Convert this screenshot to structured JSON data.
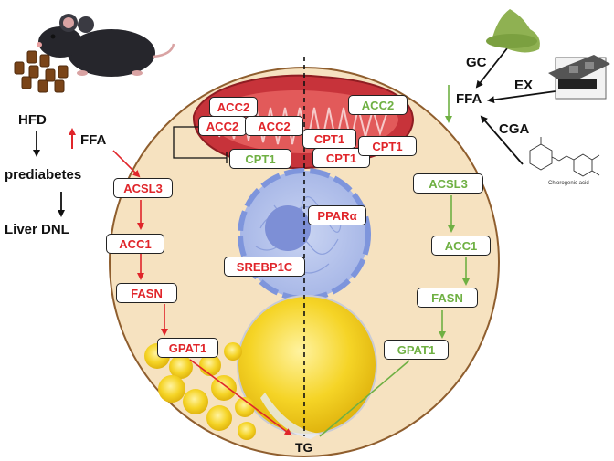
{
  "colors": {
    "cell_fill": "#f6e2c0",
    "cell_stroke": "#8f5e2e",
    "red": "#e0252a",
    "green": "#6fb043",
    "mito": "#c7333a",
    "nucleus": "#a9b9e8",
    "lipid": "#f3cf1c"
  },
  "icons": [
    "mouse-icon",
    "chow-pellets-icon",
    "green-powder-icon",
    "treadmill-icon",
    "chlorogenic-acid-structure-icon"
  ],
  "left_panel": {
    "hfd": "HFD",
    "ffa": "FFA",
    "prediabetes": "prediabetes",
    "liver_dnl": "Liver DNL"
  },
  "right_panel": {
    "gc": "GC",
    "ex": "EX",
    "ffa": "FFA",
    "cga": "CGA",
    "cga_caption": "Chlorogenic acid"
  },
  "mitochondria": {
    "red": [
      "ACC2",
      "ACC2",
      "ACC2",
      "CPT1",
      "CPT1",
      "CPT1"
    ],
    "green": [
      "ACC2",
      "CPT1"
    ]
  },
  "nucleus": {
    "ppara": "PPARα",
    "srebp1c": "SREBP1C"
  },
  "pathway_red": [
    "ACSL3",
    "ACC1",
    "FASN",
    "GPAT1"
  ],
  "pathway_green": [
    "ACSL3",
    "ACC1",
    "FASN",
    "GPAT1"
  ],
  "tg": "TG"
}
